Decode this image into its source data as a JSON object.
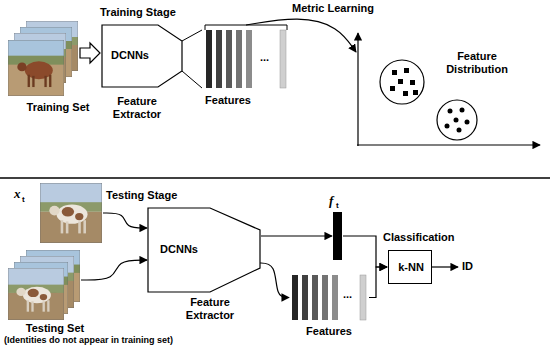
{
  "diagram": {
    "nodes": [
      {
        "text": [
          "Training Set"
        ]
      },
      {
        "text": [
          "DCNNs",
          "Feature Extractor"
        ]
      },
      {
        "text": [
          "Features"
        ]
      },
      {
        "text": [
          "Feature Distribution"
        ]
      },
      {
        "text": [
          "x",
          "t"
        ]
      },
      {
        "text": [
          "Testing Set",
          "(Identities do not appear in training set)"
        ]
      },
      {
        "text": [
          "DCNNs",
          "Feature Extractor"
        ]
      },
      {
        "text": [
          "f",
          "t"
        ]
      },
      {
        "text": [
          "Features"
        ]
      },
      {
        "text": [
          "Classification",
          "k-NN"
        ]
      }
    ],
    "edges": [
      {
        "from": 0,
        "to": 1,
        "arrow": "to"
      },
      {
        "from": 2,
        "to": 3,
        "arrow": "to",
        "label": "Metric Learning"
      },
      {
        "from": 4,
        "to": 6,
        "arrow": "to"
      },
      {
        "from": 5,
        "to": 6,
        "arrow": "to"
      },
      {
        "from": 6,
        "to": 7,
        "arrow": "to"
      },
      {
        "from": 6,
        "to": 8,
        "arrow": "to"
      },
      {
        "from": 7,
        "to": 9,
        "arrow": "to"
      },
      {
        "from": 8,
        "to": 9,
        "arrow": "to"
      }
    ],
    "labels": [
      "Training Stage",
      "...",
      "Testing Stage",
      "...",
      "ID"
    ]
  }
}
